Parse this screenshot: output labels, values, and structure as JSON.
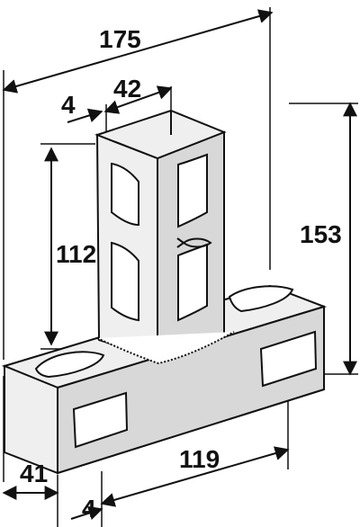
{
  "dimensions": {
    "overall_width": "175",
    "upright_width": "42",
    "upright_thickness": "4",
    "upright_height": "112",
    "overall_height": "153",
    "base_length": "119",
    "base_height": "41",
    "base_thickness": "4"
  },
  "colors": {
    "line": "#111111",
    "metal": "#efefef",
    "metal_shadow": "#d8d8d8",
    "background": "#ffffff"
  }
}
